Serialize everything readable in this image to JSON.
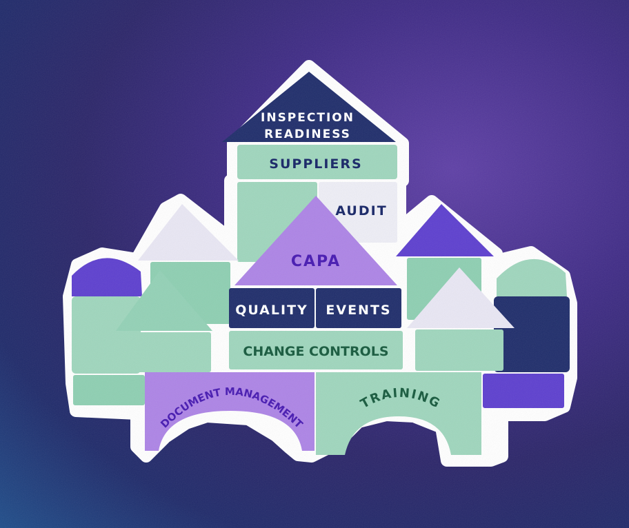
{
  "blocks": {
    "inspection_readiness": [
      "INSPECTION",
      "READINESS"
    ],
    "suppliers": "SUPPLIERS",
    "audit": "AUDIT",
    "capa": "CAPA",
    "quality": "QUALITY",
    "events": "EVENTS",
    "change_controls": "CHANGE CONTROLS",
    "document_management": "DOCUMENT MANAGEMENT",
    "training": "TRAINING"
  },
  "colors": {
    "mint": "#9fd6bd",
    "mint_dark": "#7fc1a4",
    "lavender": "#ad84e6",
    "navy": "#1f2d6b",
    "indigo": "#5d3fcf",
    "white_block": "#eeeef6",
    "text_green": "#1f5f44",
    "text_purple": "#4d22b2",
    "text_navy": "#1f2d6b",
    "text_white": "#ffffff"
  }
}
